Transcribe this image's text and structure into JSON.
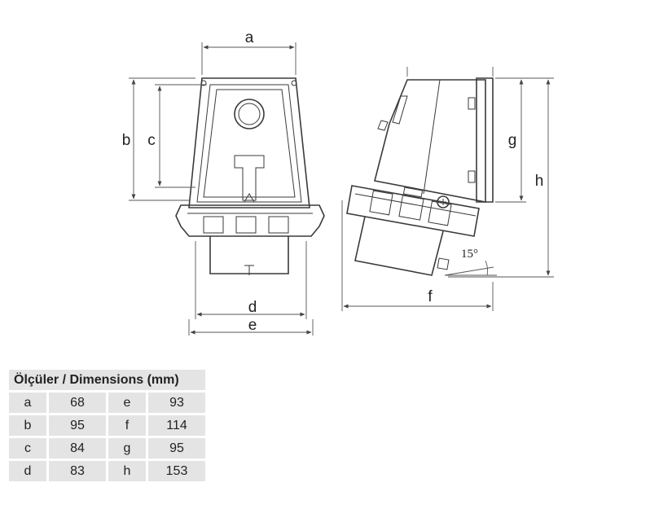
{
  "diagram": {
    "dimension_labels": {
      "a": "a",
      "b": "b",
      "c": "c",
      "d": "d",
      "e": "e",
      "f": "f",
      "g": "g",
      "h": "h"
    },
    "angle_label": "15°"
  },
  "table": {
    "header": "Ölçüler / Dimensions (mm)",
    "rows": [
      {
        "l1": "a",
        "v1": "68",
        "l2": "e",
        "v2": "93"
      },
      {
        "l1": "b",
        "v1": "95",
        "l2": "f",
        "v2": "114"
      },
      {
        "l1": "c",
        "v1": "84",
        "l2": "g",
        "v2": "95"
      },
      {
        "l1": "d",
        "v1": "83",
        "l2": "h",
        "v2": "153"
      }
    ]
  }
}
